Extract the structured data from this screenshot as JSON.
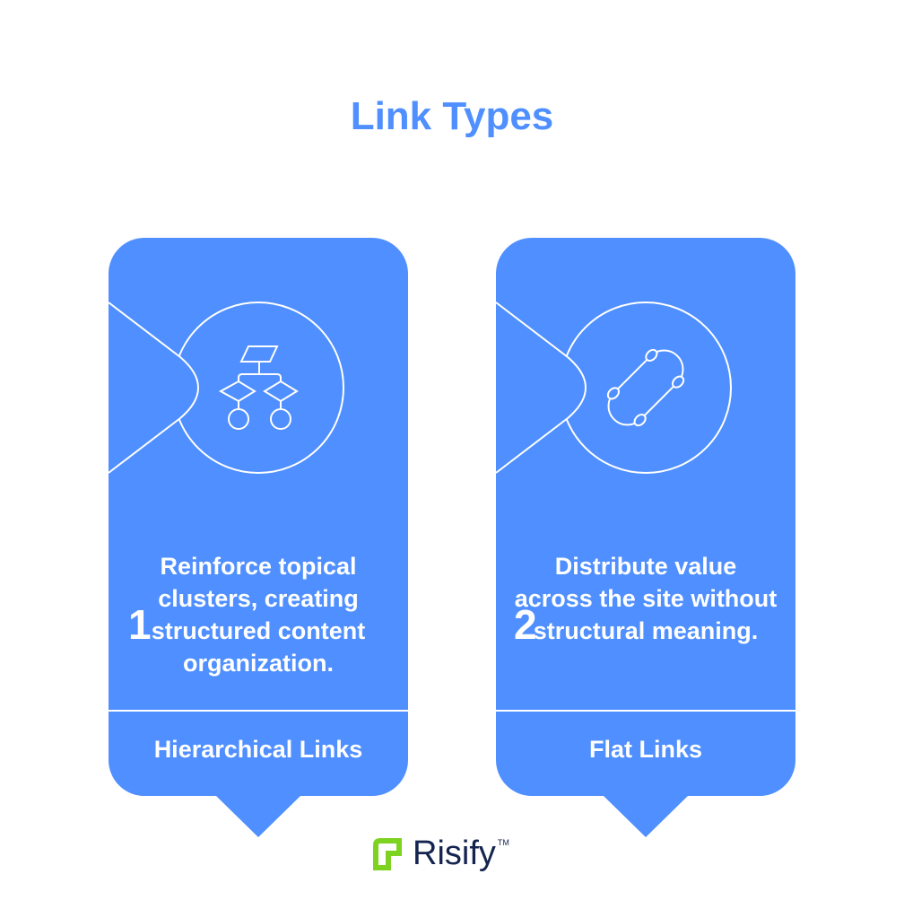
{
  "title": "Link Types",
  "colors": {
    "card": "#4F8FFF",
    "title": "#4F8FFF",
    "logo_green": "#7ED321",
    "logo_text": "#14244F"
  },
  "cards": [
    {
      "number": "1",
      "icon": "flowchart-icon",
      "description": "Reinforce topical clusters, creating structured content organization.",
      "label": "Hierarchical Links"
    },
    {
      "number": "2",
      "icon": "skateboard-icon",
      "description": "Distribute value across the site without structural meaning.",
      "label": "Flat Links"
    }
  ],
  "logo": {
    "text": "Risify",
    "tm": "TM"
  }
}
